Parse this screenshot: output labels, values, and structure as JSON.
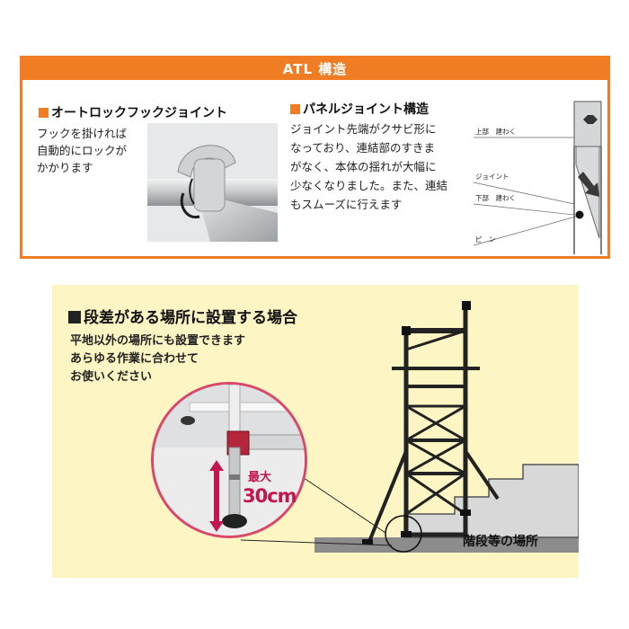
{
  "top": {
    "title": "ATL 構造",
    "auto_lock": {
      "heading": "オートロックフックジョイント",
      "lines": [
        "フックを掛ければ",
        "自動的にロックが",
        "かかります"
      ]
    },
    "panel_joint": {
      "heading": "パネルジョイント構造",
      "lines": [
        "ジョイント先端がクサビ形に",
        "なっており、連結部のすきま",
        "がなく、本体の揺れが大幅に",
        "少なくなりました。また、連結",
        "もスムーズに行えます"
      ]
    },
    "diagram_labels": {
      "upper": "上部　建わく",
      "joint": "ジョイント",
      "lower": "下部　建わく",
      "pin": "ピ　ン"
    }
  },
  "bottom": {
    "title": "段差がある場所に設置する場合",
    "lines": [
      "平地以外の場所にも設置できます",
      "あらゆる作業に合わせて",
      "お使いください"
    ],
    "max_label": "最大",
    "max_value": "30cm",
    "stairs_label": "階段等の場所"
  },
  "colors": {
    "accent": "#f07c23",
    "highlight": "#c4164e",
    "bottom_bg": "#fdf6c4"
  }
}
